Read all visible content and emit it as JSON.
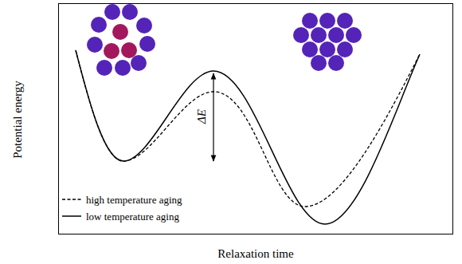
{
  "diagram": {
    "labels": [
      "Potential energy",
      "Relaxation time",
      "ΔE"
    ],
    "legend": [
      {
        "text": "high temperature aging"
      },
      {
        "text": "low temperature aging"
      }
    ]
  }
}
